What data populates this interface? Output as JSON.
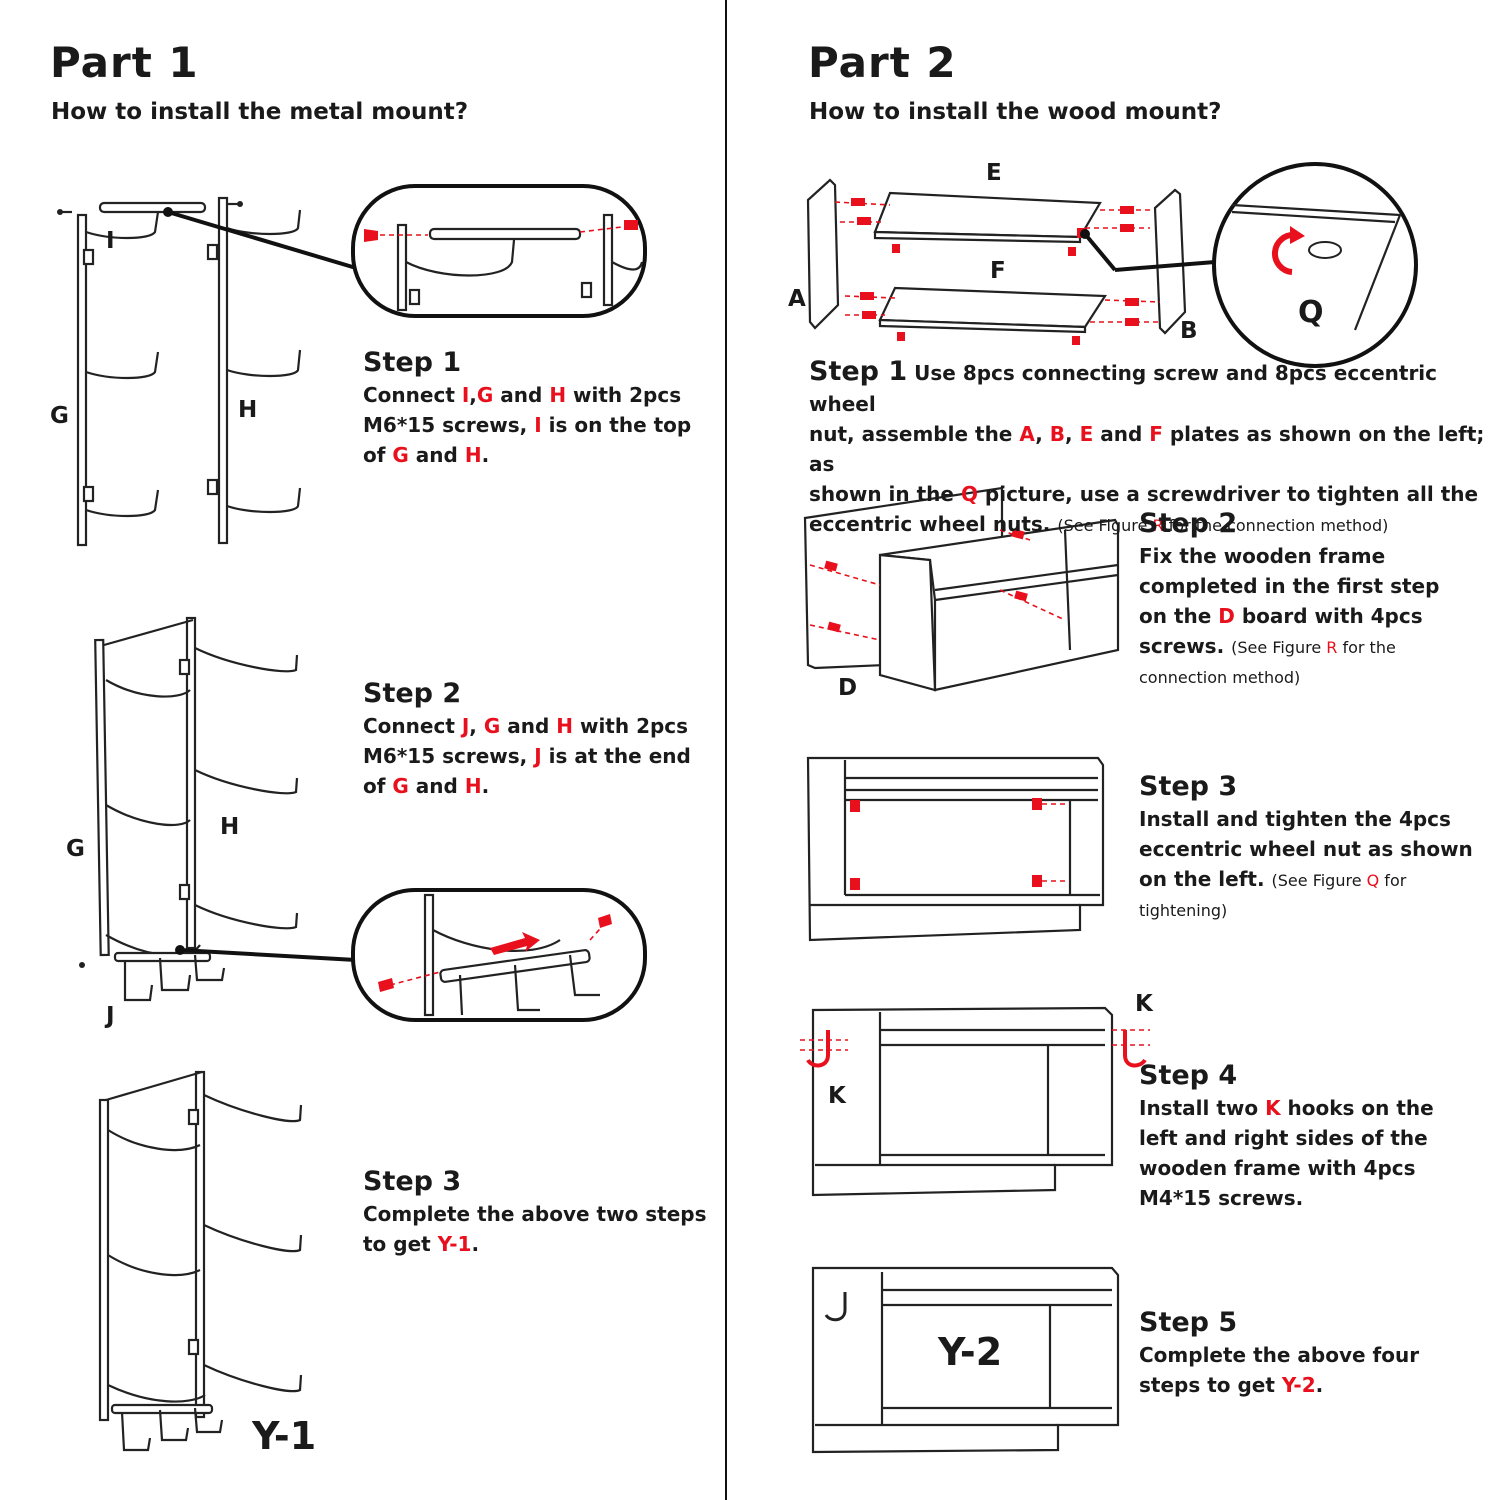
{
  "part1": {
    "title": "Part  1",
    "subtitle": "How to install the metal mount?",
    "step1": {
      "title": "Step 1",
      "l1a": "Connect ",
      "l1b": "I",
      "l1c": ",",
      "l1d": "G",
      "l1e": " and ",
      "l1f": "H",
      "l1g": " with 2pcs",
      "l2a": "M6*15 screws, ",
      "l2b": "I",
      "l2c": " is on the top",
      "l3a": "of ",
      "l3b": "G",
      "l3c": " and ",
      "l3d": "H",
      "l3e": "."
    },
    "step2": {
      "title": "Step 2",
      "l1a": "Connect ",
      "l1b": "J",
      "l1c": ", ",
      "l1d": "G",
      "l1e": " and ",
      "l1f": "H",
      "l1g": " with 2pcs",
      "l2a": "M6*15 screws, ",
      "l2b": "J",
      "l2c": " is at the end",
      "l3a": "of ",
      "l3b": "G",
      "l3c": " and ",
      "l3d": "H",
      "l3e": "."
    },
    "step3": {
      "title": "Step 3",
      "l1": "Complete the above two steps",
      "l2a": "to get ",
      "l2b": "Y-1",
      "l2c": "."
    },
    "labels": {
      "I": "I",
      "G": "G",
      "H": "H",
      "G2": "G",
      "H2": "H",
      "J": "J",
      "Y1": "Y-1"
    }
  },
  "part2": {
    "title": "Part  2",
    "subtitle": "How to install the wood mount?",
    "step1": {
      "title": "Step 1",
      "l1": "  Use 8pcs connecting screw and 8pcs eccentric wheel",
      "l2a": "nut, assemble the ",
      "l2b": "A",
      "l2c": ", ",
      "l2d": "B",
      "l2e": ", ",
      "l2f": "E",
      "l2g": " and ",
      "l2h": "F",
      "l2i": " plates as shown on the left; as",
      "l3a": "shown in the ",
      "l3b": "Q",
      "l3c": " picture, use a screwdriver to tighten all the",
      "l4a": "eccentric wheel nuts. ",
      "l4b": "(See Figure ",
      "l4c": "R",
      "l4d": " for the connection method)"
    },
    "step2": {
      "title": "Step 2",
      "l1": "Fix the wooden frame",
      "l2": "completed in the first step",
      "l3a": "on the ",
      "l3b": "D",
      "l3c": " board with 4pcs",
      "l4a": "screws. ",
      "l4b": "(See Figure ",
      "l4c": "R",
      "l4d": " for the",
      "l5": "connection method)"
    },
    "step3": {
      "title": "Step 3",
      "l1": "Install and tighten the 4pcs",
      "l2": "eccentric wheel nut as shown",
      "l3a": "on the left. ",
      "l3b": "(See Figure ",
      "l3c": "Q",
      "l3d": " for",
      "l4": "tightening)"
    },
    "step4": {
      "title": "Step 4",
      "l1a": "Install two ",
      "l1b": "K",
      "l1c": " hooks on the",
      "l2": "left and right sides of the",
      "l3": "wooden frame with 4pcs",
      "l4": "M4*15 screws."
    },
    "step5": {
      "title": "Step 5",
      "l1": "Complete the above four",
      "l2a": "steps to get ",
      "l2b": "Y-2",
      "l2c": "."
    },
    "labels": {
      "A": "A",
      "B": "B",
      "E": "E",
      "F": "F",
      "Q": "Q",
      "D": "D",
      "K1": "K",
      "K2": "K",
      "Y2": "Y-2"
    }
  },
  "colors": {
    "accent": "#e8101c",
    "ink": "#1a1a1a"
  }
}
